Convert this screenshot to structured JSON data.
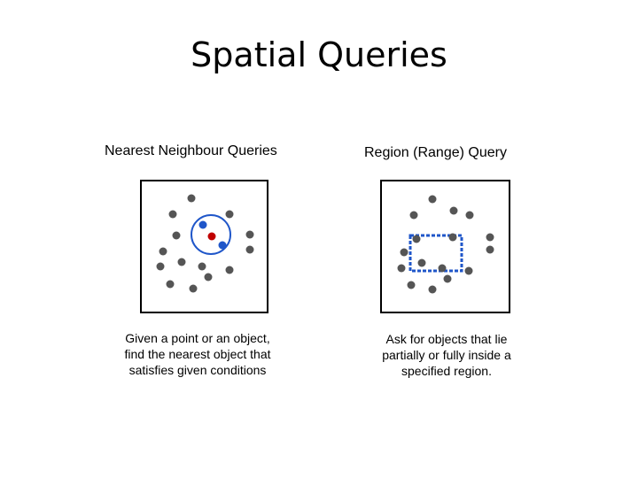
{
  "slide": {
    "title": "Spatial Queries"
  },
  "nearest": {
    "heading": "Nearest Neighbour Queries",
    "caption": "Given a point or an object,\nfind the nearest object that\nsatisfies given conditions"
  },
  "region": {
    "heading": "Region (Range) Query",
    "caption": "Ask for objects that lie\npartially or fully inside a\nspecified region."
  },
  "colors": {
    "point": "#555555",
    "highlight": "#1f56c9",
    "query_point": "#c00000",
    "frame": "#000000"
  }
}
